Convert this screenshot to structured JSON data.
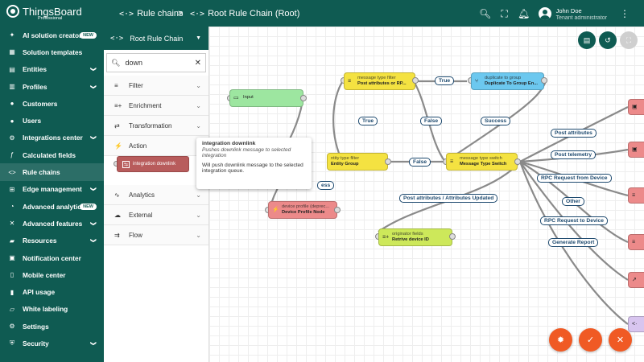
{
  "brand": {
    "name": "ThingsBoard",
    "edition": "Professional"
  },
  "breadcrumbs": [
    {
      "icon": "<·>",
      "label": "Rule chains"
    },
    {
      "icon": "<·>",
      "label": "Root Rule Chain (Root)"
    }
  ],
  "breadcrumb_sep": ">",
  "user": {
    "name": "John Doe",
    "role": "Tenant administrator"
  },
  "sidebar": {
    "items": [
      {
        "label": "AI solution creator",
        "icon": "✦",
        "badge": "NEW"
      },
      {
        "label": "Solution templates",
        "icon": "▦"
      },
      {
        "label": "Entities",
        "icon": "▤",
        "chevron": true
      },
      {
        "label": "Profiles",
        "icon": "▥",
        "chevron": true
      },
      {
        "label": "Customers",
        "icon": "●"
      },
      {
        "label": "Users",
        "icon": "●"
      },
      {
        "label": "Integrations center",
        "icon": "⚙",
        "chevron": true
      },
      {
        "label": "Calculated fields",
        "icon": "ƒ"
      },
      {
        "label": "Rule chains",
        "icon": "<>"
      },
      {
        "label": "Edge management",
        "icon": "⊞",
        "chevron": true
      },
      {
        "label": "Advanced analytics",
        "icon": "◔",
        "badge": "NEW"
      },
      {
        "label": "Advanced features",
        "icon": "✕",
        "chevron": true
      },
      {
        "label": "Resources",
        "icon": "▰",
        "chevron": true
      },
      {
        "label": "Notification center",
        "icon": "▣"
      },
      {
        "label": "Mobile center",
        "icon": "▯"
      },
      {
        "label": "API usage",
        "icon": "▮"
      },
      {
        "label": "White labeling",
        "icon": "▱"
      },
      {
        "label": "Settings",
        "icon": "⚙"
      },
      {
        "label": "Security",
        "icon": "⛨",
        "chevron": true
      }
    ]
  },
  "library": {
    "chain_name": "Root Rule Chain",
    "search_value": "down",
    "categories": [
      {
        "label": "Filter",
        "icon": "≡"
      },
      {
        "label": "Enrichment",
        "icon": "≡+"
      },
      {
        "label": "Transformation",
        "icon": "⇄"
      },
      {
        "label": "Action",
        "icon": "⚡"
      },
      {
        "label": "Analytics",
        "icon": "∿"
      },
      {
        "label": "External",
        "icon": "☁"
      },
      {
        "label": "Flow",
        "icon": "⇉"
      }
    ],
    "node_label": "integration downlink"
  },
  "tooltip": {
    "title": "integration downlink",
    "subtitle": "Pushes downlink message to selected integration",
    "description": "Will push downlink message to the selected integration queue."
  },
  "nodes": {
    "input": {
      "name": "Input"
    },
    "msg_type_filter": {
      "type": "message type filter",
      "name": "Post attributes or RP..."
    },
    "dup_group": {
      "type": "duplicate to group",
      "name": "Duplicate To Group En..."
    },
    "entity_filter": {
      "type": "ntity type filter",
      "name": "Entity Group"
    },
    "msg_switch": {
      "type": "message type switch",
      "name": "Message Type Switch"
    },
    "device_profile": {
      "type": "device profile (deprec...",
      "name": "Device Profile Node"
    },
    "originator_fields": {
      "type": "originator fields",
      "name": "Retrive device ID"
    }
  },
  "links": {
    "true1": "True",
    "true2": "True",
    "false1": "False",
    "false2": "False",
    "success": "Success",
    "partial": "ess",
    "post_attributes": "Post attributes",
    "post_telemetry": "Post telemetry",
    "rpc_from_device": "RPC Request from Device",
    "other": "Other",
    "rpc_to_device": "RPC Request to Device",
    "generate_report": "Generate Report",
    "attr_updated": "Post attributes / Attributes Updated"
  },
  "colors": {
    "primary": "#0f5b52",
    "fab": "#f05a24",
    "filter_node": "#f4e241",
    "action_node": "#ec8a8a",
    "enrich_node": "#cde85a",
    "transform_node": "#6cc8ef",
    "input_node": "#9de6a0"
  }
}
